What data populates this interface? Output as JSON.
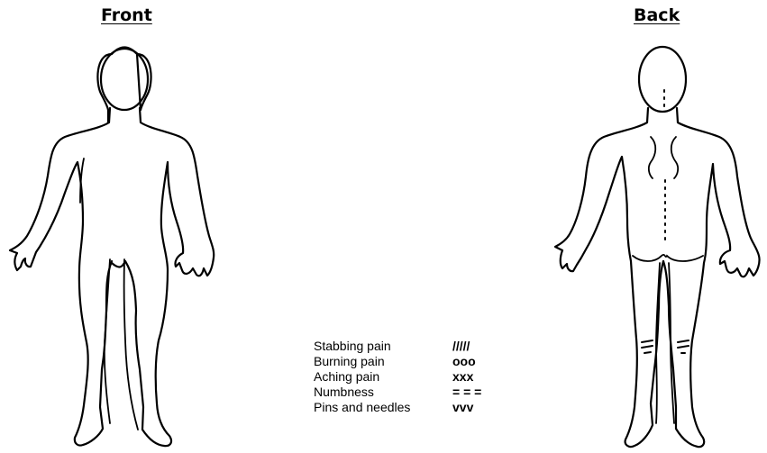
{
  "figures": {
    "front_title": "Front",
    "back_title": "Back"
  },
  "legend": {
    "items": [
      {
        "label": "Stabbing pain",
        "symbol": "/////"
      },
      {
        "label": "Burning pain",
        "symbol": "ooo"
      },
      {
        "label": "Aching pain",
        "symbol": "xxx"
      },
      {
        "label": "Numbness",
        "symbol": "= = ="
      },
      {
        "label": "Pins and needles",
        "symbol": "vvv"
      }
    ]
  }
}
